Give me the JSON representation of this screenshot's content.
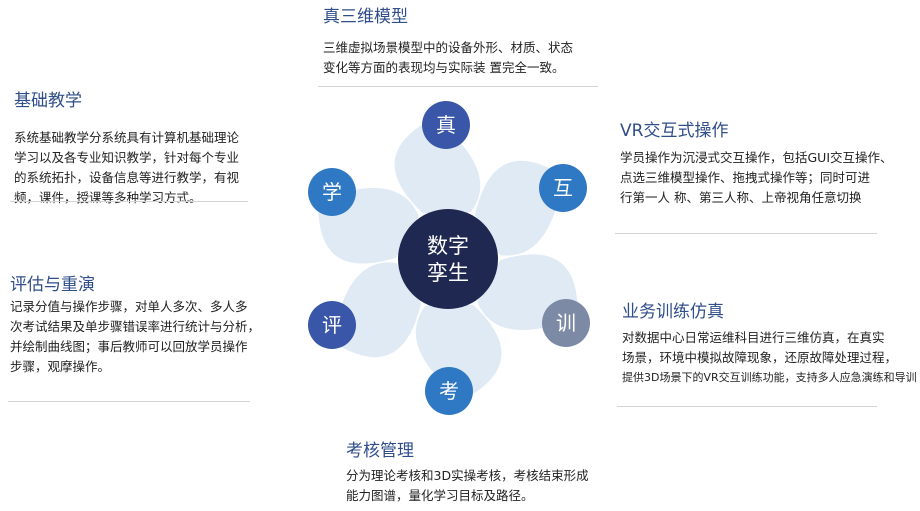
{
  "center": {
    "line1": "数字",
    "line2": "孪生"
  },
  "colors": {
    "center": "#1f2850",
    "node_zhen": "#3a56a8",
    "node_hu": "#2f79c4",
    "node_xun": "#7c8aa6",
    "node_kao": "#2f79c4",
    "node_ping": "#3a56a8",
    "node_xue": "#2f79c4",
    "blade": "#d9e6f3",
    "title": "#2f4e8a"
  },
  "nodes": {
    "zhen": "真",
    "hu": "互",
    "xun": "训",
    "kao": "考",
    "ping": "评",
    "xue": "学"
  },
  "sections": {
    "zhen": {
      "title": "真三维模型",
      "lines": [
        "三维虚拟场景模型中的设备外形、材质、状态",
        "变化等方面的表现均与实际装 置完全一致。"
      ]
    },
    "xue": {
      "title": "基础教学",
      "lines": [
        "系统基础教学分系统具有计算机基础理论",
        "学习以及各专业知识教学，针对每个专业",
        "的系统拓扑，设备信息等进行教学，有视",
        "频，课件，授课等多种学习方式。"
      ]
    },
    "hu": {
      "title": "VR交互式操作",
      "lines": [
        "学员操作为沉浸式交互操作，包括GUI交互操作、",
        "点选三维模型操作、拖拽式操作等；同时可进",
        "行第一人 称、第三人称、上帝视角任意切换"
      ]
    },
    "ping": {
      "title": "评估与重演",
      "lines": [
        "记录分值与操作步骤，对单人多次、多人多",
        "次考试结果及单步骤错误率进行统计与分析，",
        "并绘制曲线图；事后教师可以回放学员操作",
        "步骤，观摩操作。"
      ]
    },
    "xun": {
      "title": "业务训练仿真",
      "lines": [
        "对数据中心日常运维科目进行三维仿真，在真实",
        "场景，环境中模拟故障现象，还原故障处理过程，",
        "提供3D场景下的VR交互训练功能，支持多人应急演练和导训"
      ]
    },
    "kao": {
      "title": "考核管理",
      "lines": [
        "分为理论考核和3D实操考核，考核结束形成",
        "能力图谱，量化学习目标及路径。"
      ]
    }
  }
}
